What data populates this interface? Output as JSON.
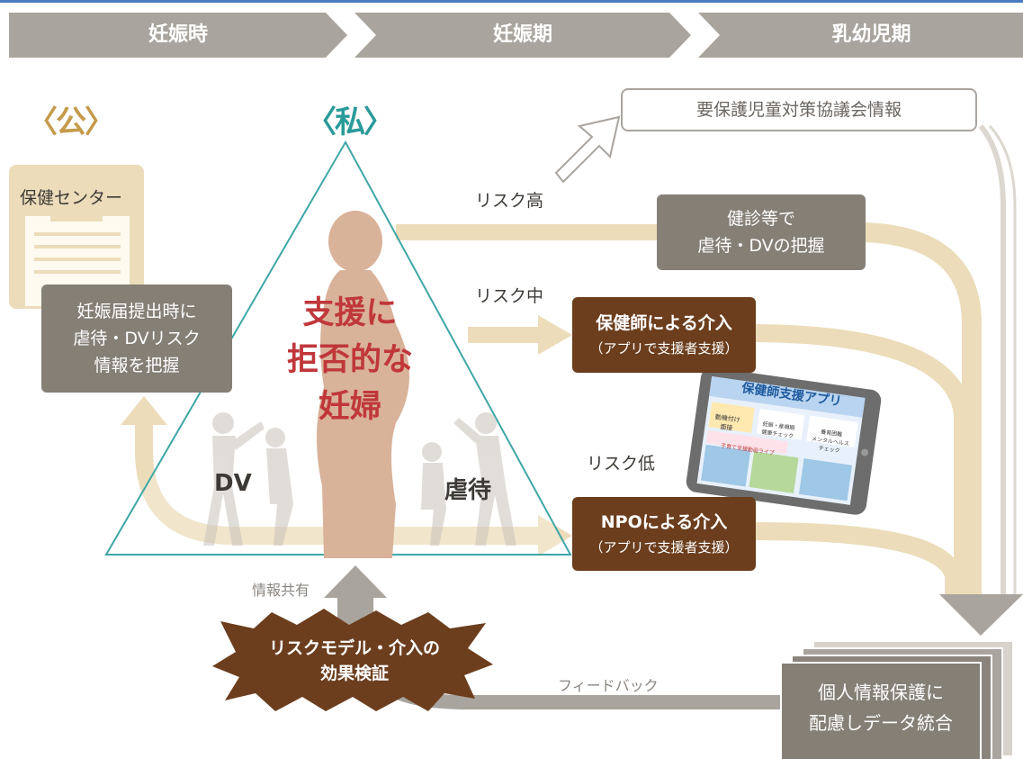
{
  "phases": [
    {
      "label": "妊娠時"
    },
    {
      "label": "妊娠期"
    },
    {
      "label": "乳幼児期"
    }
  ],
  "sectors": {
    "public": "〈公〉",
    "private": "〈私〉"
  },
  "health_center": {
    "label": "保健センター"
  },
  "public_box": {
    "line1": "妊娠届提出時に",
    "line2": "虐待・DVリスク",
    "line3": "情報を把握"
  },
  "council_box": "要保護児童対策協議会情報",
  "risk_levels": {
    "high": "リスク高",
    "mid": "リスク中",
    "low": "リスク低"
  },
  "checkup_box": {
    "line1": "健診等で",
    "line2": "虐待・DVの把握"
  },
  "nurse_box": {
    "title": "保健師による介入",
    "sub": "（アプリで支援者支援）"
  },
  "npo_box": {
    "title": "NPOによる介入",
    "sub": "（アプリで支援者支援）"
  },
  "center": {
    "line1": "支援に",
    "line2": "拒否的な",
    "line3": "妊婦"
  },
  "silhouette_labels": {
    "dv": "DV",
    "abuse": "虐待"
  },
  "tablet": {
    "title": "保健師支援アプリ",
    "tile1": "動機付け\n面接",
    "tile2": "妊娠・産褥期\n健康チェック",
    "tile3": "養育困難\nメンタルヘルス\nチェック",
    "tile4": "子育て支援動画ライブ"
  },
  "info_share": "情報共有",
  "feedback": "フィードバック",
  "burst": {
    "line1": "リスクモデル・介入の",
    "line2": "効果検証"
  },
  "data_box": {
    "line1": "個人情報保護に",
    "line2": "配慮しデータ統合"
  },
  "colors": {
    "phase_bar": "#a9a49e",
    "gold": "#c59a4a",
    "teal": "#2a9a9a",
    "flow_beige": "#ecdcba",
    "box_gray": "#857f76",
    "box_brown": "#6c3e1e",
    "center_red": "#c0373a"
  }
}
